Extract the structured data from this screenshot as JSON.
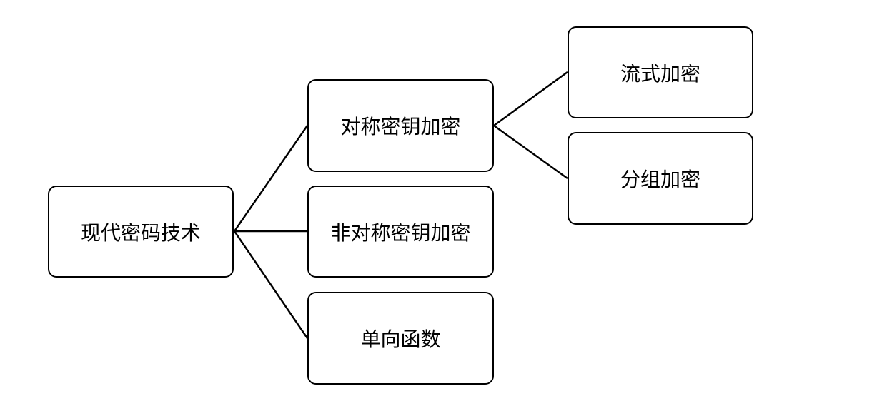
{
  "nodes": {
    "root": "现代密码技术",
    "symmetric": "对称密钥加密",
    "asymmetric": "非对称密钥加密",
    "one_way": "单向函数",
    "stream": "流式加密",
    "block": "分组加密"
  },
  "edges": [
    [
      "root",
      "symmetric"
    ],
    [
      "root",
      "asymmetric"
    ],
    [
      "root",
      "one_way"
    ],
    [
      "symmetric",
      "stream"
    ],
    [
      "symmetric",
      "block"
    ]
  ],
  "colors": {
    "stroke": "#000000",
    "background": "#ffffff"
  }
}
